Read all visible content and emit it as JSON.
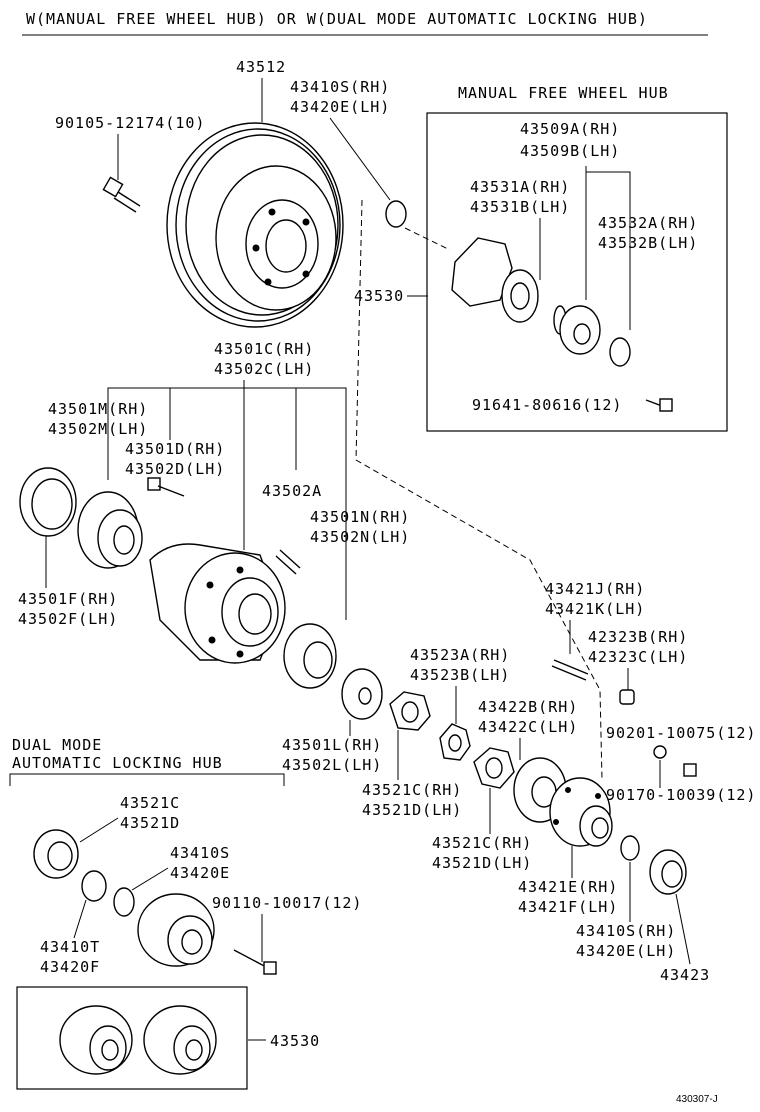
{
  "header": {
    "title": "W(MANUAL FREE WHEEL HUB) OR W(DUAL MODE AUTOMATIC LOCKING HUB)"
  },
  "sections": {
    "manual_hub": "MANUAL FREE WHEEL HUB",
    "dual_mode_line1": "DUAL MODE",
    "dual_mode_line2": "AUTOMATIC LOCKING HUB"
  },
  "labels": {
    "p43512": "43512",
    "p90105": "90105-12174(10)",
    "p43410S_rh": "43410S(RH)",
    "p43420E_lh": "43420E(LH)",
    "p43509A": "43509A(RH)",
    "p43509B": "43509B(LH)",
    "p43531A": "43531A(RH)",
    "p43531B": "43531B(LH)",
    "p43532A": "43532A(RH)",
    "p43532B": "43532B(LH)",
    "p43530_top": "43530",
    "p91641": "91641-80616(12)",
    "p43501C": "43501C(RH)",
    "p43502C": "43502C(LH)",
    "p43501M": "43501M(RH)",
    "p43502M": "43502M(LH)",
    "p43501D": "43501D(RH)",
    "p43502D": "43502D(LH)",
    "p43502A": "43502A",
    "p43501N": "43501N(RH)",
    "p43502N": "43502N(LH)",
    "p43501F": "43501F(RH)",
    "p43502F": "43502F(LH)",
    "p43421J": "43421J(RH)",
    "p43421K": "43421K(LH)",
    "p42323B": "42323B(RH)",
    "p42323C": "42323C(LH)",
    "p43523A": "43523A(RH)",
    "p43523B": "43523B(LH)",
    "p43422B": "43422B(RH)",
    "p43422C": "43422C(LH)",
    "p90201": "90201-10075(12)",
    "p43501L": "43501L(RH)",
    "p43502L": "43502L(LH)",
    "p43521C_a": "43521C(RH)",
    "p43521D_a": "43521D(LH)",
    "p90170": "90170-10039(12)",
    "p43521C_b": "43521C(RH)",
    "p43521D_b": "43521D(LH)",
    "p43421E": "43421E(RH)",
    "p43421F": "43421F(LH)",
    "p43410S_rh2": "43410S(RH)",
    "p43420E_lh2": "43420E(LH)",
    "p43423": "43423",
    "p43521C_dm": "43521C",
    "p43521D_dm": "43521D",
    "p43410S_dm": "43410S",
    "p43420E_dm": "43420E",
    "p90110": "90110-10017(12)",
    "p43410T": "43410T",
    "p43420F": "43420F",
    "p43530_bottom": "43530"
  },
  "footer": {
    "ref": "430307-J"
  }
}
